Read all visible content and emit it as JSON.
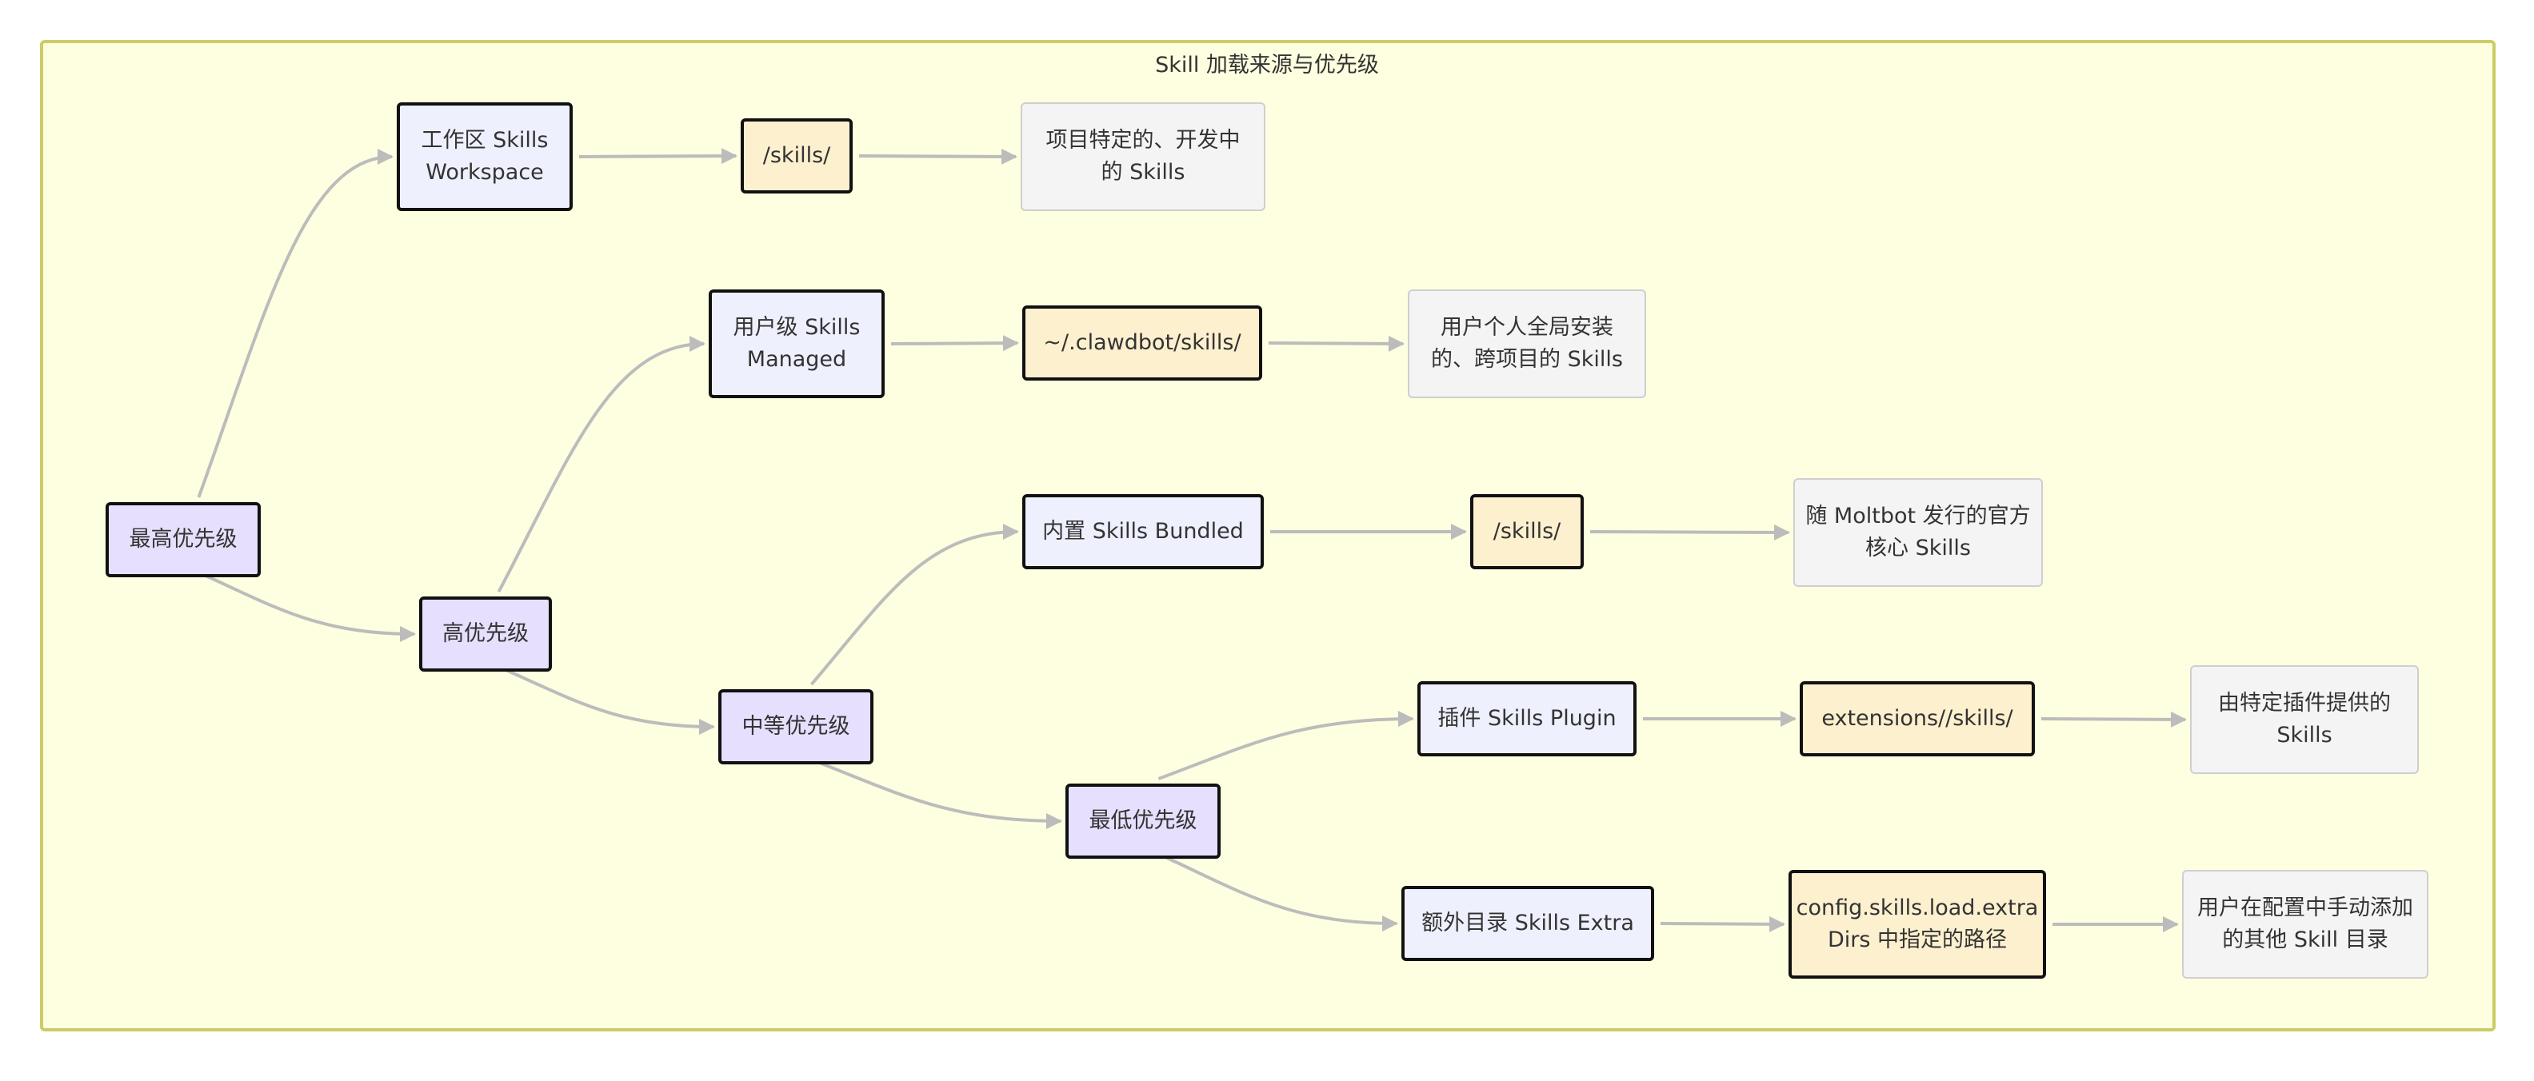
{
  "title": "Skill 加载来源与优先级",
  "nodes": {
    "p_highest": "最高优先级",
    "p_high": "高优先级",
    "p_mid": "中等优先级",
    "p_low": "最低优先级",
    "t_workspace": "工作区 Skills\nWorkspace",
    "t_managed": "用户级 Skills\nManaged",
    "t_bundled": "内置 Skills Bundled",
    "t_plugin": "插件 Skills Plugin",
    "t_extra": "额外目录 Skills Extra",
    "path_workspace": "/skills/",
    "path_managed": "~/.clawdbot/skills/",
    "path_bundled": "/skills/",
    "path_plugin": "extensions//skills/",
    "path_extra": "config.skills.load.extra\nDirs 中指定的路径",
    "d_workspace": "项目特定的、开发中\n的 Skills",
    "d_managed": "用户个人全局安装\n的、跨项目的 Skills",
    "d_bundled": "随 Moltbot 发行的官方\n核心 Skills",
    "d_plugin": "由特定插件提供的\nSkills",
    "d_extra": "用户在配置中手动添加\n的其他 Skill 目录"
  },
  "edges": [
    [
      "p_highest",
      "t_workspace"
    ],
    [
      "p_highest",
      "p_high"
    ],
    [
      "p_high",
      "t_managed"
    ],
    [
      "p_high",
      "p_mid"
    ],
    [
      "p_mid",
      "t_bundled"
    ],
    [
      "p_mid",
      "p_low"
    ],
    [
      "p_low",
      "t_plugin"
    ],
    [
      "p_low",
      "t_extra"
    ],
    [
      "t_workspace",
      "path_workspace"
    ],
    [
      "path_workspace",
      "d_workspace"
    ],
    [
      "t_managed",
      "path_managed"
    ],
    [
      "path_managed",
      "d_managed"
    ],
    [
      "t_bundled",
      "path_bundled"
    ],
    [
      "path_bundled",
      "d_bundled"
    ],
    [
      "t_plugin",
      "path_plugin"
    ],
    [
      "path_plugin",
      "d_plugin"
    ],
    [
      "t_extra",
      "path_extra"
    ],
    [
      "path_extra",
      "d_extra"
    ]
  ]
}
